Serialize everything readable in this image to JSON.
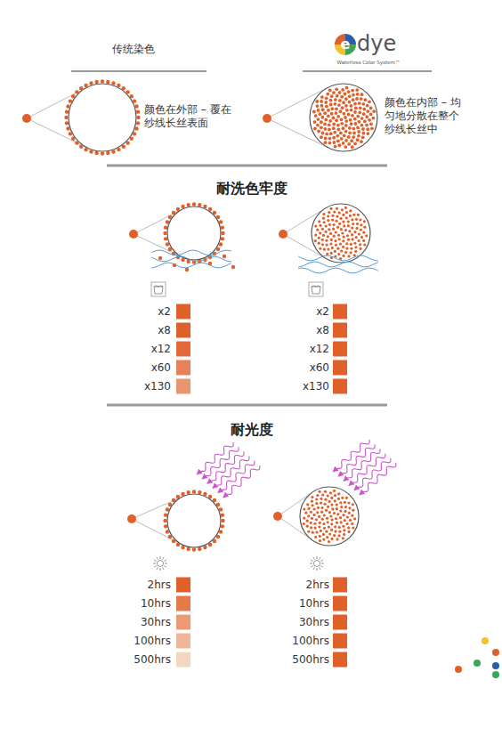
{
  "diagram": {
    "labels": [
      "传统染色",
      "e",
      "dye",
      "Waterless Color System™",
      "颜色在外部 – 覆在纱线长丝表面",
      "颜色在内部 – 均匀地分散在整个纱线长丝中",
      "耐洗色牢度",
      "x2",
      "x8",
      "x12",
      "x60",
      "x130",
      "x2",
      "x8",
      "x12",
      "x60",
      "x130",
      "耐光度",
      "2hrs",
      "10hrs",
      "30hrs",
      "100hrs",
      "500hrs",
      "2hrs",
      "10hrs",
      "30hrs",
      "100hrs",
      "500hrs"
    ]
  }
}
